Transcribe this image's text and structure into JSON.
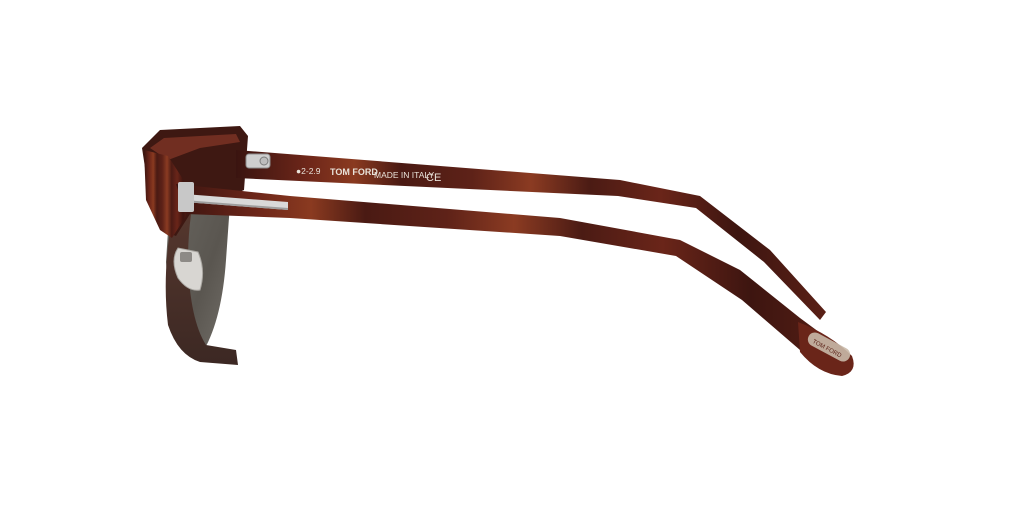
{
  "product": {
    "view": "side profile",
    "background_color": "#ffffff",
    "frame_color": "#4a1f1a",
    "tortoise_color": "#7a2e1e",
    "lens_color": "#5d5a55",
    "metal_color": "#cfcfcf",
    "temple_imprint": {
      "code": "●2-2.9",
      "brand": "TOM FORD",
      "origin": "MADE IN ITALY",
      "mark": "CE"
    },
    "tip_logo": "TOM FORD"
  }
}
